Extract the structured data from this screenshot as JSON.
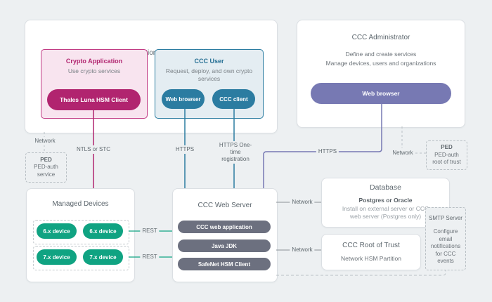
{
  "application_owner": {
    "title": "Application Owner",
    "crypto_application": {
      "title": "Crypto Application",
      "subtitle": "Use crypto services",
      "pill": "Thales Luna HSM Client"
    },
    "ccc_user": {
      "title": "CCC User",
      "subtitle": "Request, deploy, and own crypto services",
      "pills": [
        "Web browser",
        "CCC client"
      ]
    }
  },
  "ccc_administrator": {
    "title": "CCC Administrator",
    "line1": "Define and create services",
    "line2": "Manage devices, users and organizations",
    "pill": "Web browser"
  },
  "managed_devices": {
    "title": "Managed Devices",
    "group1": [
      "6.x device",
      "6.x device"
    ],
    "group2": [
      "7.x device",
      "7.x device"
    ]
  },
  "ccc_web_server": {
    "title": "CCC Web Server",
    "pills": [
      "CCC web application",
      "Java JDK",
      "SafeNet HSM Client"
    ]
  },
  "database": {
    "title": "Database",
    "subtitle": "Postgres or Oracle",
    "note": "Install on external server or CCC web server (Postgres only)"
  },
  "ccc_root_of_trust": {
    "title": "CCC Root of Trust",
    "subtitle": "Network HSM Partition"
  },
  "smtp_server": {
    "title": "SMTP Server",
    "note": "Configure email notifications for CCC events"
  },
  "ped_service": {
    "title": "PED",
    "line1": "PED-auth",
    "line2": "service"
  },
  "ped_root_of_trust": {
    "title": "PED",
    "line1": "PED-auth",
    "line2": "root of trust"
  },
  "connection_labels": {
    "network_left": "Network",
    "ntls": "NTLS or STC",
    "https_user": "HTTPS",
    "https_onetime": "HTTPS One-time registration",
    "https_admin": "HTTPS",
    "network_admin": "Network",
    "rest_top": "REST",
    "rest_bottom": "REST",
    "network_db": "Network",
    "network_rot": "Network"
  },
  "colors": {
    "background": "#edf0f2",
    "magenta": "#b1246f",
    "blue": "#2b7ca1",
    "purple": "#7779b3",
    "teal": "#10a382",
    "slate": "#6c707f",
    "wire_gray": "#8a9197",
    "dashed_gray": "#b9c0c5"
  }
}
